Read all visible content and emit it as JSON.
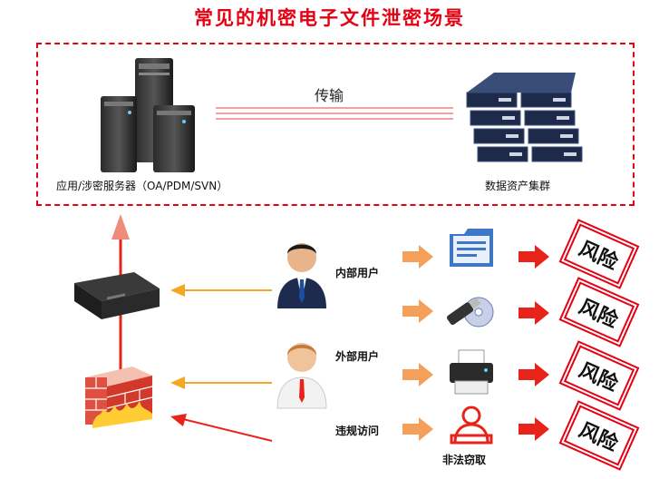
{
  "title": "常见的机密电子文件泄密场景",
  "top": {
    "app_server_label": "应用/涉密服务器（OA/PDM/SVN）",
    "transfer_label": "传输",
    "storage_label": "数据资产集群"
  },
  "users": {
    "internal": "内部用户",
    "external": "外部用户",
    "illegal": "违规访问"
  },
  "channels": {
    "theft_label": "非法窃取"
  },
  "risk_label": "风险",
  "colors": {
    "accent": "#e60012",
    "arrow_orange": "#f5a05a",
    "arrow_red": "#e8231a",
    "gateway_arrow": "#f5a623"
  }
}
